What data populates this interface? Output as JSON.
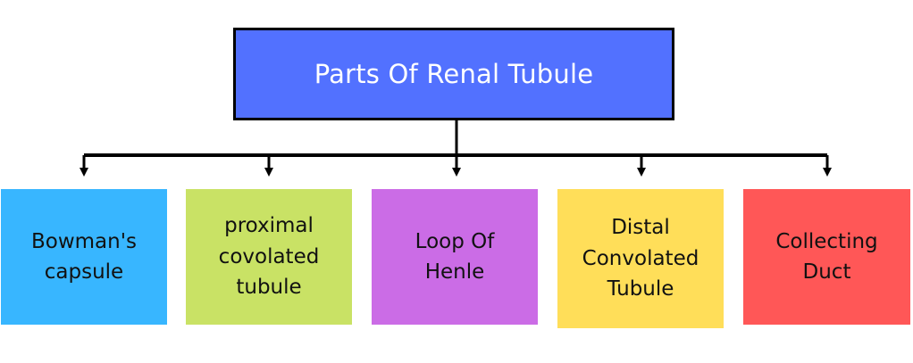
{
  "root": {
    "label": "Parts Of Renal Tubule",
    "color": "#5271FF"
  },
  "children": [
    {
      "lines": [
        "Bowman's",
        "capsule"
      ],
      "color": "#38B6FF"
    },
    {
      "lines": [
        "proximal",
        "covolated",
        "tubule"
      ],
      "color": "#C9E265"
    },
    {
      "lines": [
        "Loop Of",
        "Henle"
      ],
      "color": "#CB6CE6"
    },
    {
      "lines": [
        "Distal",
        "Convolated",
        "Tubule"
      ],
      "color": "#FFDE59"
    },
    {
      "lines": [
        "Collecting",
        "Duct"
      ],
      "color": "#FF5757"
    }
  ],
  "connector_color": "#000000"
}
